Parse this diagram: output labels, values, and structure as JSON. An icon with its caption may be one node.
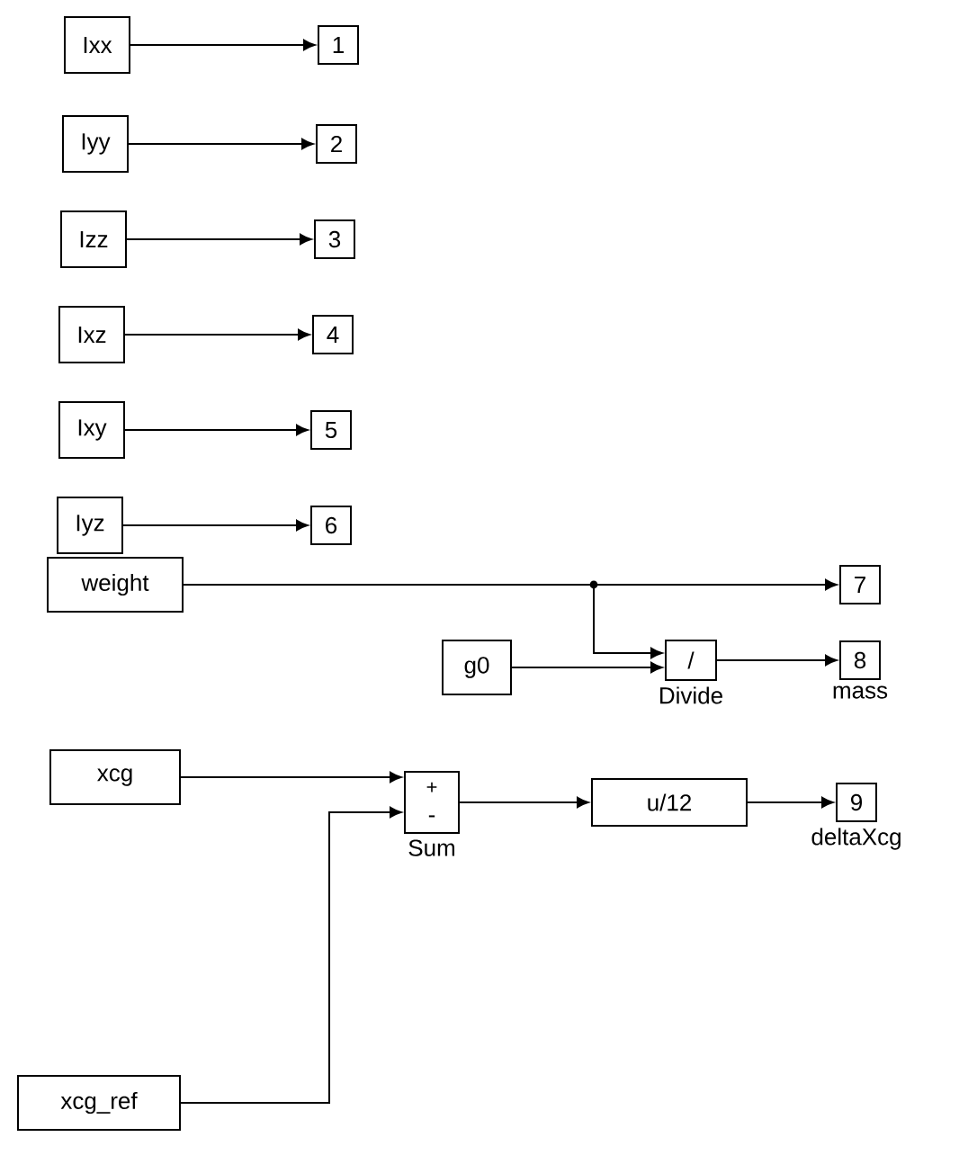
{
  "diagram": {
    "nodes": [
      {
        "text": [
          "Ixx"
        ]
      },
      {
        "text": [
          "1"
        ]
      },
      {
        "text": [
          "Iyy"
        ]
      },
      {
        "text": [
          "2"
        ]
      },
      {
        "text": [
          "Izz"
        ]
      },
      {
        "text": [
          "3"
        ]
      },
      {
        "text": [
          "Ixz"
        ]
      },
      {
        "text": [
          "4"
        ]
      },
      {
        "text": [
          "Ixy"
        ]
      },
      {
        "text": [
          "5"
        ]
      },
      {
        "text": [
          "Iyz"
        ]
      },
      {
        "text": [
          "6"
        ]
      },
      {
        "text": [
          "weight"
        ]
      },
      {
        "text": [
          "7"
        ]
      },
      {
        "text": [
          "g0"
        ]
      },
      {
        "text": [
          "/"
        ],
        "beside": [
          "Divide"
        ]
      },
      {
        "text": [
          "8"
        ],
        "beside": [
          "mass"
        ]
      },
      {
        "text": [
          "xcg"
        ]
      },
      {
        "text": [
          "+",
          "-"
        ],
        "beside": [
          "Sum"
        ]
      },
      {
        "text": [
          "u/12"
        ]
      },
      {
        "text": [
          "9"
        ],
        "beside": [
          "deltaXcg"
        ]
      },
      {
        "text": [
          "xcg_ref"
        ]
      }
    ],
    "edges": [
      {
        "from": 0,
        "to": 1,
        "arrow": "to"
      },
      {
        "from": 2,
        "to": 3,
        "arrow": "to"
      },
      {
        "from": 4,
        "to": 5,
        "arrow": "to"
      },
      {
        "from": 6,
        "to": 7,
        "arrow": "to"
      },
      {
        "from": 8,
        "to": 9,
        "arrow": "to"
      },
      {
        "from": 10,
        "to": 11,
        "arrow": "to"
      },
      {
        "from": 12,
        "to": 13,
        "arrow": "to"
      },
      {
        "from": 12,
        "to": 15,
        "arrow": "to"
      },
      {
        "from": 14,
        "to": 15,
        "arrow": "to"
      },
      {
        "from": 15,
        "to": 16,
        "arrow": "to"
      },
      {
        "from": 17,
        "to": 18,
        "arrow": "to"
      },
      {
        "from": 21,
        "to": 18,
        "arrow": "to"
      },
      {
        "from": 18,
        "to": 19,
        "arrow": "to"
      },
      {
        "from": 19,
        "to": 20,
        "arrow": "to"
      }
    ]
  }
}
